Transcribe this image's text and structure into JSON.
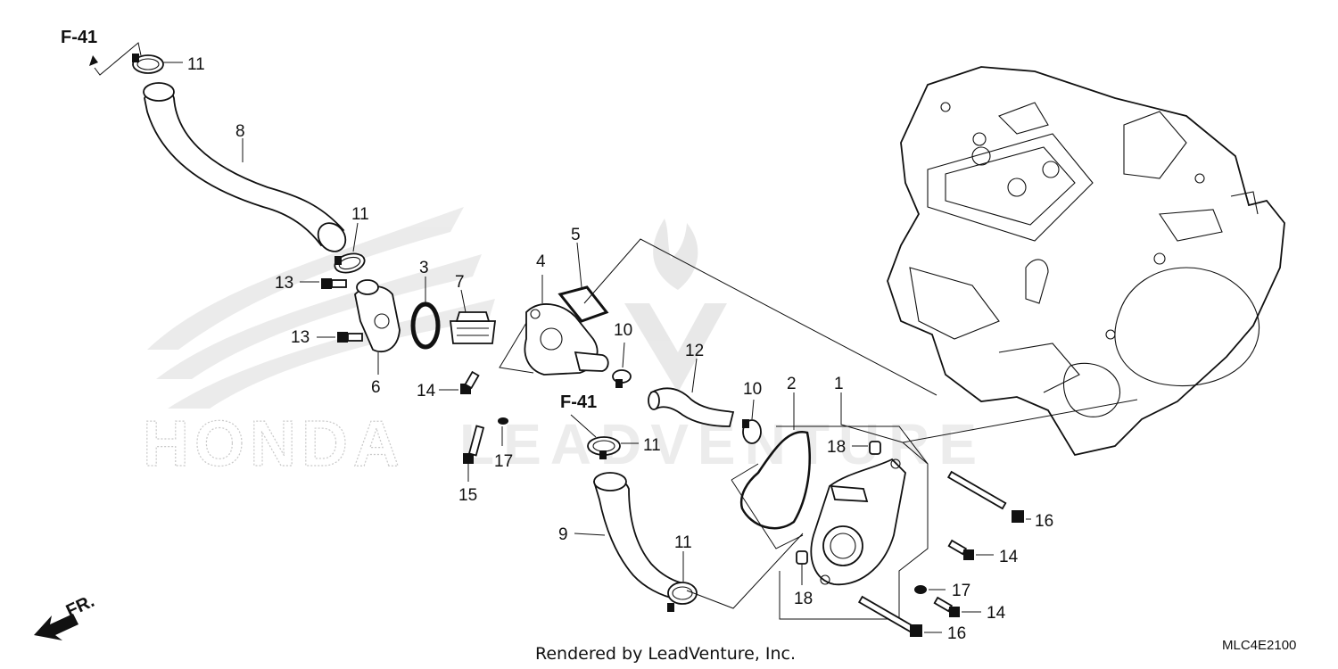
{
  "diagram": {
    "references": [
      "F-41",
      "F-41"
    ],
    "callouts": [
      "11",
      "8",
      "11",
      "13",
      "13",
      "3",
      "7",
      "6",
      "4",
      "5",
      "14",
      "10",
      "12",
      "10",
      "2",
      "1",
      "15",
      "17",
      "11",
      "18",
      "16",
      "9",
      "11",
      "14",
      "17",
      "18",
      "14",
      "16"
    ],
    "front_label": "FR.",
    "watermark_brand": "HONDA",
    "watermark_dealer": "LEADVENTURE",
    "footer": "Rendered by LeadVenture, Inc.",
    "diagram_code": "MLC4E2100"
  }
}
